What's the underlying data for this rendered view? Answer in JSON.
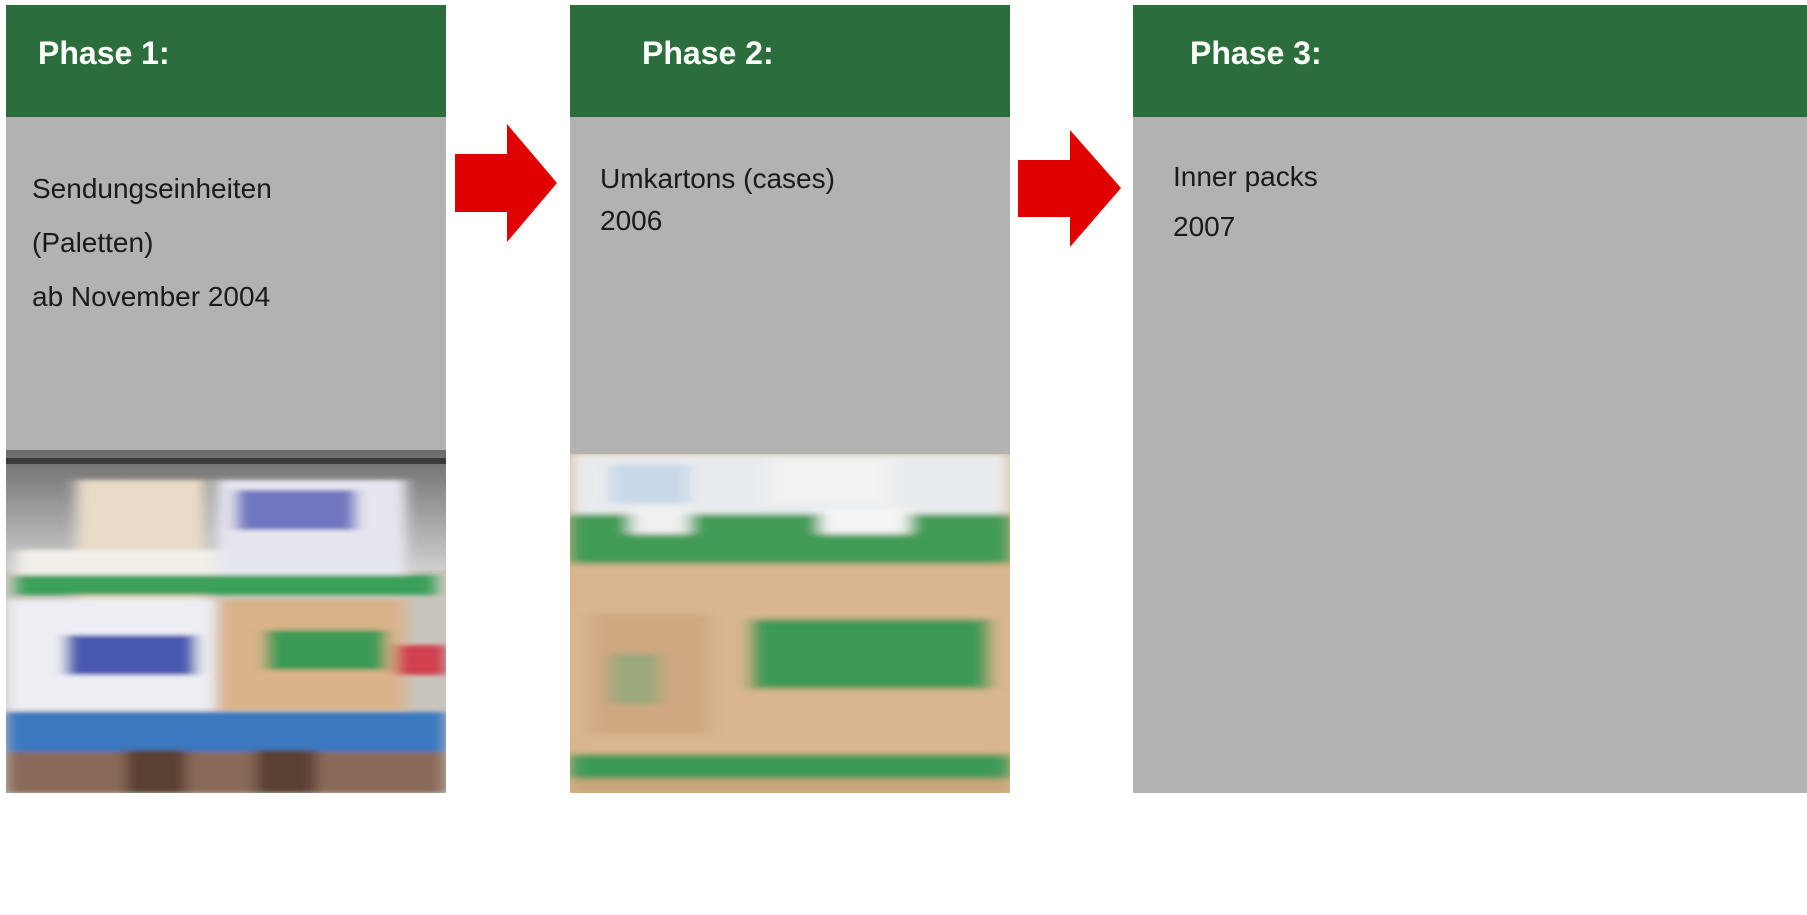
{
  "phases": [
    {
      "title": "Phase 1:",
      "lines": [
        "Sendungseinheiten",
        "(Paletten)",
        "ab November 2004"
      ]
    },
    {
      "title": "Phase 2:",
      "lines": [
        "Umkartons (cases)",
        "2006"
      ]
    },
    {
      "title": "Phase 3:",
      "lines": [
        "Inner packs",
        "2007"
      ]
    }
  ],
  "colors": {
    "header_green": "#2c6e3b",
    "panel_gray": "#b2b2b2",
    "arrow_red": "#e00000"
  },
  "icons": {
    "arrow": "right-arrow-icon"
  }
}
